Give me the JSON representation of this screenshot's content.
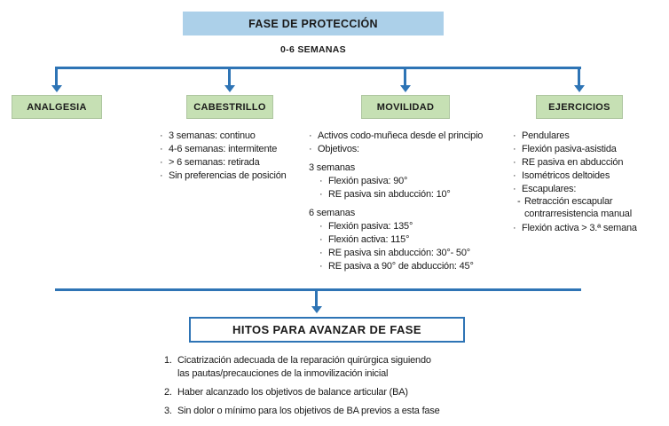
{
  "phase": {
    "title": "FASE DE PROTECCIÓN",
    "duration": "0-6 SEMANAS"
  },
  "glyphs": {
    "bullet": "·",
    "dash": "-"
  },
  "branches": {
    "analgesia": {
      "title": "ANALGESIA"
    },
    "cabestrillo": {
      "title": "CABESTRILLO",
      "items": [
        "3 semanas: continuo",
        "4-6 semanas: intermitente",
        "> 6 semanas: retirada",
        "Sin preferencias de posición"
      ]
    },
    "movilidad": {
      "title": "MOVILIDAD",
      "items": [
        "Activos codo-muñeca desde el principio",
        "Objetivos:"
      ],
      "sections": [
        {
          "label": "3 semanas",
          "items": [
            "Flexión pasiva: 90°",
            "RE pasiva sin abducción: 10°"
          ]
        },
        {
          "label": "6 semanas",
          "items": [
            "Flexión pasiva: 135°",
            "Flexión activa: 115°",
            "RE pasiva sin abducción: 30°- 50°",
            "RE pasiva a 90° de abducción: 45°"
          ]
        }
      ]
    },
    "ejercicios": {
      "title": "EJERCICIOS",
      "items": [
        "Pendulares",
        "Flexión pasiva-asistida",
        "RE pasiva en abducción",
        "Isométricos deltoides",
        "Escapulares:"
      ],
      "subitem_lines": [
        "Retracción escapular",
        "contrarresistencia manual"
      ],
      "items_after": [
        "Flexión activa > 3.ª semana"
      ]
    }
  },
  "milestones": {
    "title": "HITOS PARA AVANZAR DE FASE",
    "items": [
      {
        "number": "1.",
        "lines": [
          "Cicatrización adecuada de la reparación quirúrgica siguiendo",
          "las pautas/precauciones de la inmovilización inicial"
        ]
      },
      {
        "number": "2.",
        "lines": [
          "Haber alcanzado los objetivos de balance articular (BA)"
        ]
      },
      {
        "number": "3.",
        "lines": [
          "Sin dolor o mínimo para los objetivos de BA previos a esta fase"
        ]
      }
    ]
  },
  "colors": {
    "phase_box_bg": "#acd0e9",
    "branch_box_bg": "#c6e0b4",
    "branch_box_border": "#aec6a0",
    "connector_blue": "#2e74b5",
    "milestone_border": "#2e74b5",
    "text": "#1a1a1a"
  }
}
